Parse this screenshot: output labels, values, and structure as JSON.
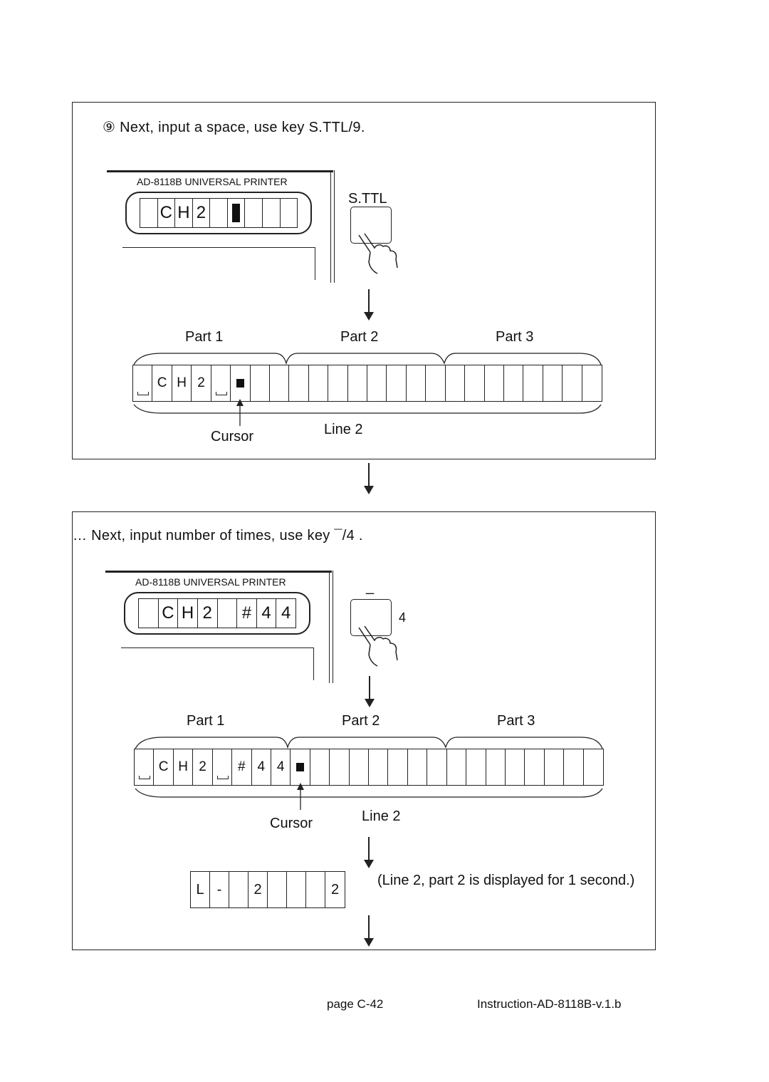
{
  "step9": {
    "title": "⑨ Next, input a space, use key S.TTL/9.",
    "printer_brand": "AD-8118B UNIVERSAL PRINTER",
    "lcd": [
      "",
      "C",
      "H",
      "2",
      "",
      "■",
      "",
      "",
      ""
    ],
    "key_label": "S.TTL",
    "parts": [
      "Part 1",
      "Part 2",
      "Part 3"
    ],
    "cells": [
      "␣",
      "C",
      "H",
      "2",
      "␣",
      "■"
    ],
    "cursor_label": "Cursor",
    "line_label": "Line 2"
  },
  "step10": {
    "title": "… Next, input number of times, use key ¯/4 .",
    "printer_brand": "AD-8118B UNIVERSAL PRINTER",
    "lcd": [
      "",
      "C",
      "H",
      "2",
      "",
      "#",
      "4",
      "4"
    ],
    "key_top": "_",
    "key_side": "4",
    "parts": [
      "Part 1",
      "Part 2",
      "Part 3"
    ],
    "cells": [
      "␣",
      "C",
      "H",
      "2",
      "␣",
      "#",
      "4",
      "4",
      "■"
    ],
    "cursor_label": "Cursor",
    "line_label": "Line 2",
    "display": [
      "L",
      "-",
      "",
      "2",
      "",
      "",
      "",
      "2"
    ],
    "note": "(Line 2, part 2 is displayed for 1 second.)"
  },
  "footer": {
    "page": "page C-42",
    "doc": "Instruction-AD-8118B-v.1.b"
  }
}
